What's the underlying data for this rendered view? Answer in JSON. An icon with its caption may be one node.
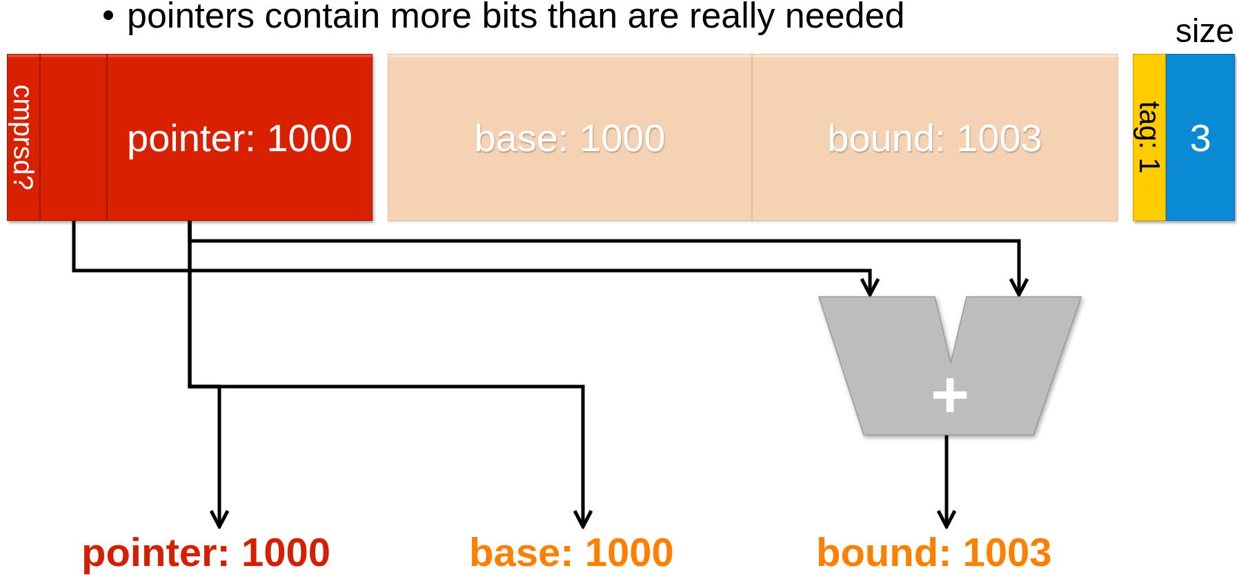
{
  "diagram": {
    "nodes": [
      {
        "text": [
          "cmprsd?"
        ]
      },
      {
        "text": [],
        "shape": "box"
      },
      {
        "text": [
          "pointer: 1000"
        ]
      },
      {
        "text": [
          "base: 1000"
        ]
      },
      {
        "text": [
          "bound: 1003"
        ]
      },
      {
        "text": [
          "tag: 1"
        ]
      },
      {
        "text": [
          "size",
          "3"
        ]
      },
      {
        "text": [
          "+"
        ]
      },
      {
        "text": [
          "pointer: 1000"
        ]
      },
      {
        "text": [
          "base: 1000"
        ]
      },
      {
        "text": [
          "bound: 1003"
        ]
      }
    ],
    "edges": [
      {
        "from": 1,
        "to": 7,
        "arrow": "to"
      },
      {
        "from": 2,
        "to": 7,
        "arrow": "to"
      },
      {
        "from": 2,
        "to": 8,
        "arrow": "to"
      },
      {
        "from": 2,
        "to": 9,
        "arrow": "to"
      },
      {
        "from": 7,
        "to": 10,
        "arrow": "to"
      }
    ],
    "labels": [
      "pointers contain more bits than are really needed"
    ]
  }
}
